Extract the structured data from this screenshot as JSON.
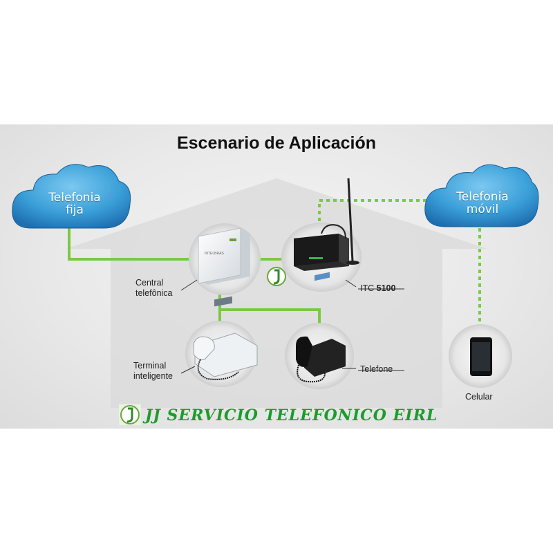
{
  "title": "Escenario de Aplicación",
  "clouds": {
    "fija": {
      "line1": "Telefonia",
      "line2": "fija"
    },
    "movil": {
      "line1": "Telefonia",
      "line2": "móvil"
    }
  },
  "devices": {
    "central": {
      "line1": "Central",
      "line2": "telefônica"
    },
    "itc": {
      "label": "ITC",
      "model": "5100"
    },
    "terminal": {
      "line1": "Terminal",
      "line2": "inteligente"
    },
    "telefone": {
      "label": "Telefone"
    },
    "celular": {
      "label": "Celular"
    }
  },
  "brand": {
    "text": "JJ SERVICIO TELEFONICO EIRL",
    "logo_letter": "J"
  },
  "colors": {
    "line_green": "#7ac943",
    "cloud_blue": "#3aa0d8",
    "brand_green": "#1f9a2e"
  },
  "icons": [
    "cloud-icon",
    "pbx-icon",
    "gsm-gateway-icon",
    "desk-phone-icon",
    "smartphone-icon",
    "jj-logo-icon"
  ]
}
